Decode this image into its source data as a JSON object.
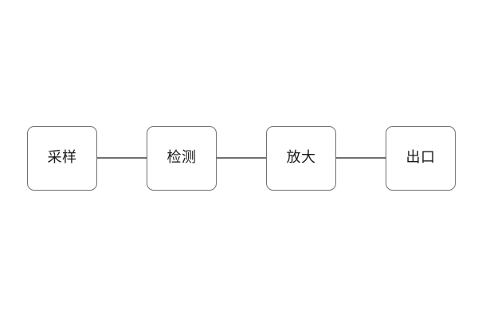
{
  "diagram": {
    "type": "flowchart",
    "orientation": "horizontal",
    "background_color": "#ffffff",
    "node_stroke_color": "#707070",
    "node_fill_color": "#ffffff",
    "label_color": "#1a1a1a",
    "connector_color": "#707070",
    "nodes": [
      {
        "id": "sampling",
        "label": "采样"
      },
      {
        "id": "detection",
        "label": "检测"
      },
      {
        "id": "amplification",
        "label": "放大"
      },
      {
        "id": "output",
        "label": "出口"
      }
    ],
    "connectors": [
      {
        "id": "edge-1",
        "from": "sampling",
        "to": "detection"
      },
      {
        "id": "edge-2",
        "from": "detection",
        "to": "amplification"
      },
      {
        "id": "edge-3",
        "from": "amplification",
        "to": "output"
      }
    ]
  }
}
